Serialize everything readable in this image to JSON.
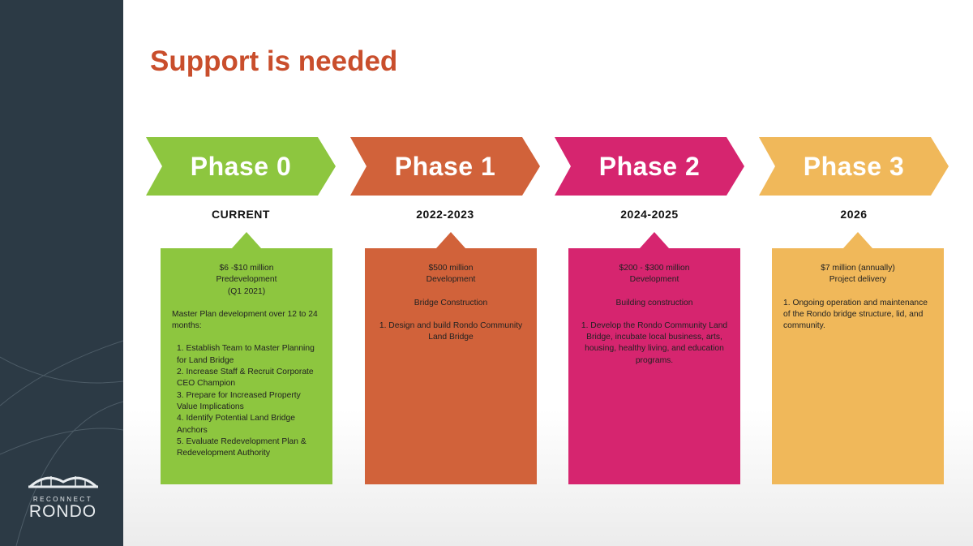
{
  "title": "Support is needed",
  "logo": {
    "line1": "RECONNECT",
    "line2": "RONDO"
  },
  "colors": {
    "sidebar": "#2c3a45",
    "title": "#c94e2c",
    "phase0": "#8dc63f",
    "phase1": "#d1623a",
    "phase2": "#d6256f",
    "phase3": "#f0b85a"
  },
  "phases": [
    {
      "label": "Phase 0",
      "period": "CURRENT",
      "header": [
        "$6 -$10 million",
        "Predevelopment",
        "(Q1 2021)"
      ],
      "subhead": "",
      "intro": "Master Plan development over 12 to 24 months:",
      "items": [
        "1. Establish Team to Master Planning for Land Bridge",
        "2. Increase Staff & Recruit Corporate CEO Champion",
        "3. Prepare for Increased Property Value Implications",
        "4. Identify Potential Land Bridge Anchors",
        "5. Evaluate Redevelopment Plan & Redevelopment Authority"
      ]
    },
    {
      "label": "Phase 1",
      "period": "2022-2023",
      "header": [
        "$500 million",
        "Development"
      ],
      "subhead": "Bridge Construction",
      "intro": "",
      "items": [
        "1. Design and build Rondo Community Land Bridge"
      ]
    },
    {
      "label": "Phase 2",
      "period": "2024-2025",
      "header": [
        "$200 - $300 million",
        "Development"
      ],
      "subhead": "Building construction",
      "intro": "",
      "items": [
        "1. Develop the Rondo Community Land Bridge, incubate local business, arts, housing, healthy living, and education programs."
      ]
    },
    {
      "label": "Phase 3",
      "period": "2026",
      "header": [
        "$7 million (annually)",
        "Project delivery"
      ],
      "subhead": "",
      "intro": "",
      "items": [
        "1. Ongoing operation and maintenance of the Rondo bridge structure, lid, and community."
      ]
    }
  ]
}
